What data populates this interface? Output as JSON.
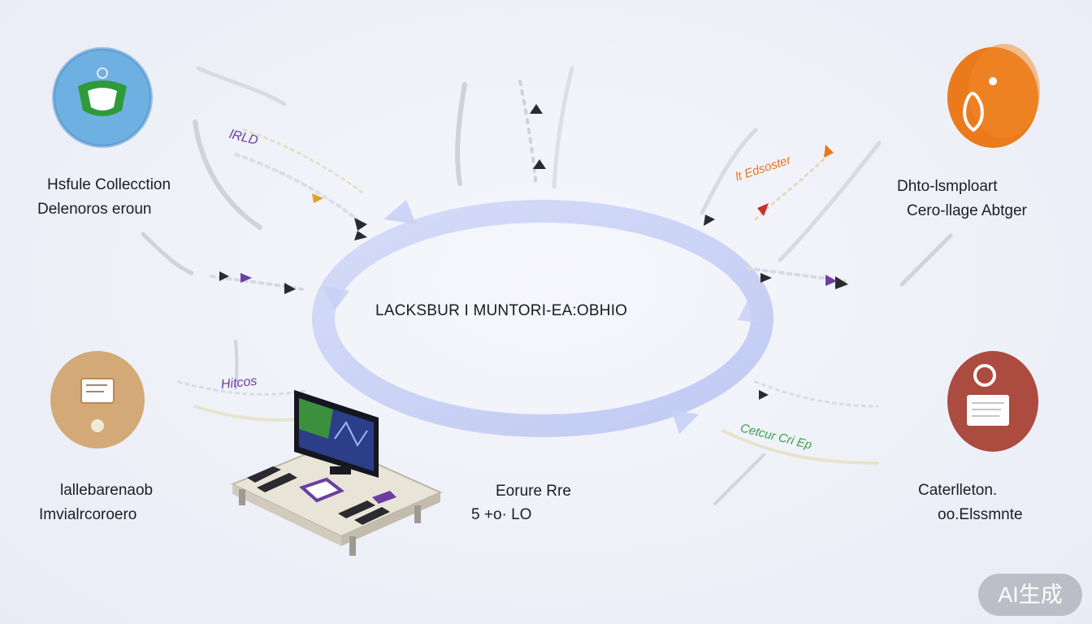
{
  "center": {
    "title": "LACKSBUR I MUNTORI-EA:OBHIO"
  },
  "nodes": [
    {
      "id": "top-left",
      "line1": "Hsfule Collecction",
      "line2": "Delenoros eroun",
      "icon": "shield-icon",
      "color": "#5aa4dc"
    },
    {
      "id": "top-right",
      "line1": "Dhto-lsmploart",
      "line2": "Cero-llage Abtger",
      "icon": "shield-icon",
      "color": "#e8761a"
    },
    {
      "id": "bottom-left",
      "line1": "lallebarenaob",
      "line2": "Imvialrcoroero",
      "icon": "document-icon",
      "color": "#c9a06e"
    },
    {
      "id": "bottom-center",
      "line1": "Eorure Rre",
      "line2": "5 +o· LO",
      "icon": "computer-workstation-icon",
      "color": "#3a3f5a"
    },
    {
      "id": "bottom-right",
      "line1": "Caterlleton.",
      "line2": "oo.Elssmnte",
      "icon": "document-icon",
      "color": "#a84a3e"
    }
  ],
  "arrow_labels": [
    {
      "text": "lRLD",
      "color": "#6a3fa0"
    },
    {
      "text": "lt Edsoster",
      "color": "#e8761a"
    },
    {
      "text": "Hitcos",
      "color": "#6a3fa0"
    },
    {
      "text": "Cetcur Cri Ep",
      "color": "#3aa04a"
    }
  ],
  "watermark": "AI生成",
  "colors": {
    "ring": "#c8d0f6",
    "accent_purple": "#6a3fa0",
    "accent_orange": "#e8761a",
    "accent_green": "#3aa04a",
    "accent_red": "#c8322a"
  }
}
